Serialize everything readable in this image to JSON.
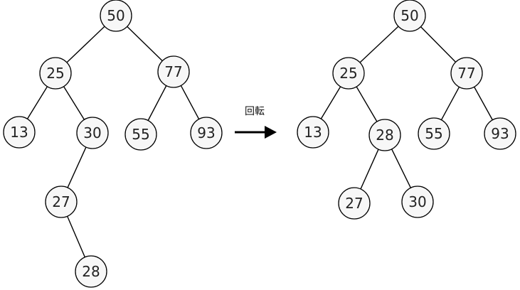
{
  "colors": {
    "node_fill": "#f7f7f7",
    "stroke": "#000000",
    "text": "#222222"
  },
  "arrow": {
    "label": "回転",
    "icon": "right-arrow-icon"
  },
  "trees": [
    {
      "name": "before",
      "nodes": [
        {
          "id": "n50",
          "value": "50"
        },
        {
          "id": "n25",
          "value": "25"
        },
        {
          "id": "n77",
          "value": "77"
        },
        {
          "id": "n13",
          "value": "13"
        },
        {
          "id": "n30",
          "value": "30"
        },
        {
          "id": "n55",
          "value": "55"
        },
        {
          "id": "n93",
          "value": "93"
        },
        {
          "id": "n27",
          "value": "27"
        },
        {
          "id": "n28",
          "value": "28"
        }
      ],
      "edges": [
        [
          "n50",
          "n25"
        ],
        [
          "n50",
          "n77"
        ],
        [
          "n25",
          "n13"
        ],
        [
          "n25",
          "n30"
        ],
        [
          "n77",
          "n55"
        ],
        [
          "n77",
          "n93"
        ],
        [
          "n30",
          "n27"
        ],
        [
          "n27",
          "n28"
        ]
      ]
    },
    {
      "name": "after",
      "nodes": [
        {
          "id": "n50",
          "value": "50"
        },
        {
          "id": "n25",
          "value": "25"
        },
        {
          "id": "n77",
          "value": "77"
        },
        {
          "id": "n13",
          "value": "13"
        },
        {
          "id": "n28",
          "value": "28"
        },
        {
          "id": "n55",
          "value": "55"
        },
        {
          "id": "n93",
          "value": "93"
        },
        {
          "id": "n27",
          "value": "27"
        },
        {
          "id": "n30",
          "value": "30"
        }
      ],
      "edges": [
        [
          "n50",
          "n25"
        ],
        [
          "n50",
          "n77"
        ],
        [
          "n25",
          "n13"
        ],
        [
          "n25",
          "n28"
        ],
        [
          "n77",
          "n55"
        ],
        [
          "n77",
          "n93"
        ],
        [
          "n28",
          "n27"
        ],
        [
          "n28",
          "n30"
        ]
      ]
    }
  ]
}
